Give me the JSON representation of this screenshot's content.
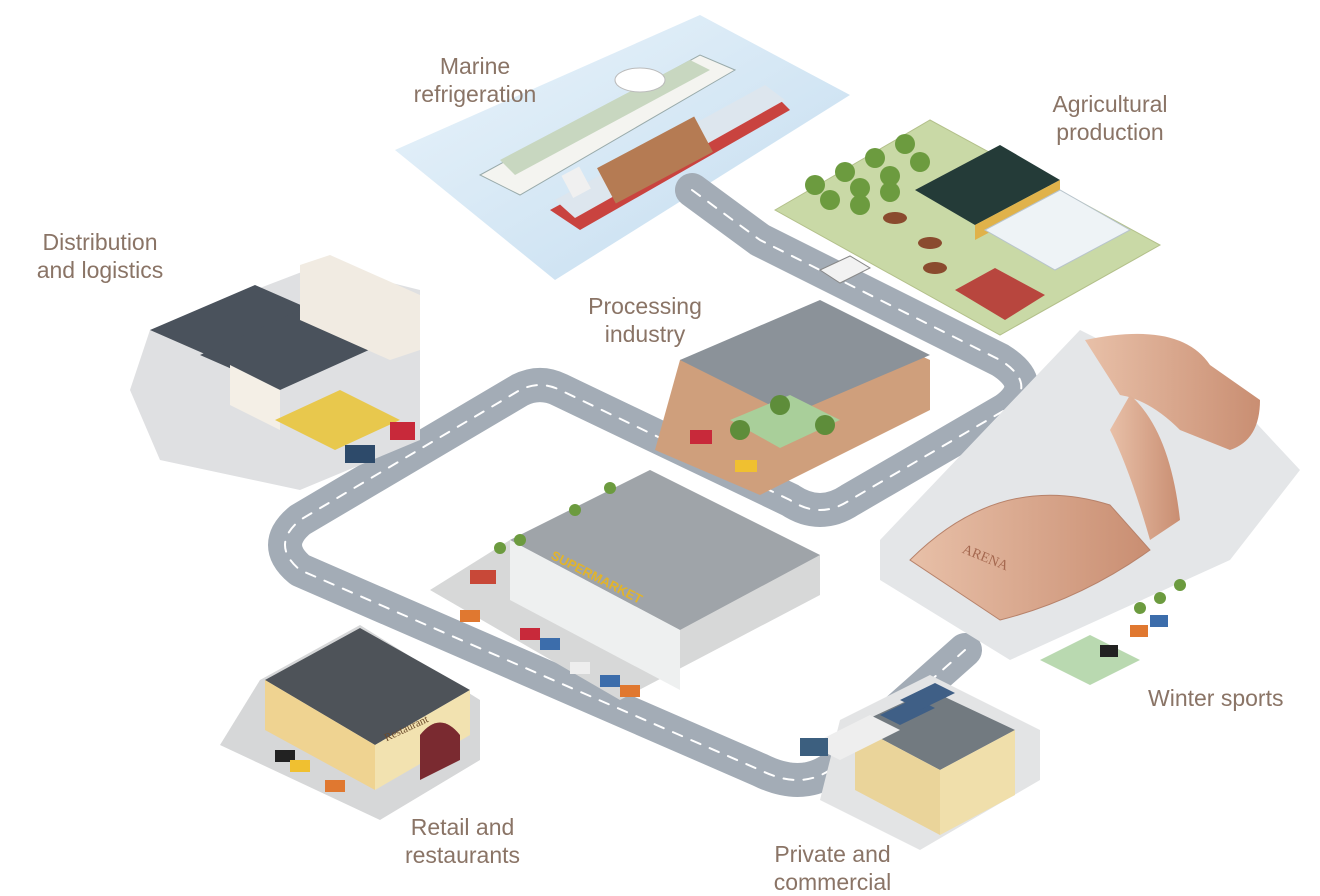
{
  "labels": {
    "marine": {
      "line1": "Marine",
      "line2": "refrigeration"
    },
    "agricultural": {
      "line1": "Agricultural",
      "line2": "production"
    },
    "distribution": {
      "line1": "Distribution",
      "line2": "and logistics"
    },
    "processing": {
      "line1": "Processing",
      "line2": "industry"
    },
    "winter": {
      "line1": "Winter sports"
    },
    "retail": {
      "line1": "Retail and",
      "line2": "restaurants"
    },
    "private": {
      "line1": "Private and",
      "line2": "commercial"
    }
  },
  "signs": {
    "supermarket": "SUPERMARKET",
    "arena": "ARENA",
    "restaurant": "Restaurant"
  },
  "colors": {
    "label": "#8a7466",
    "road": "#a3acb6",
    "water": "#cfe4f4",
    "grass": "#c9d9a6",
    "arena_roof": "#d9a98f"
  }
}
